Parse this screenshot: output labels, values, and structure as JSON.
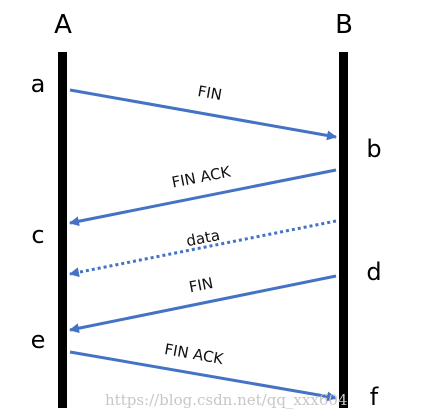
{
  "endpoints": {
    "left": "A",
    "right": "B"
  },
  "events": {
    "a": "a",
    "b": "b",
    "c": "c",
    "d": "d",
    "e": "e",
    "f": "f"
  },
  "messages": [
    {
      "label": "FIN",
      "direction": "A-to-B",
      "style": "solid"
    },
    {
      "label": "FIN ACK",
      "direction": "B-to-A",
      "style": "solid"
    },
    {
      "label": "data",
      "direction": "B-to-A",
      "style": "dotted"
    },
    {
      "label": "FIN",
      "direction": "B-to-A",
      "style": "solid"
    },
    {
      "label": "FIN ACK",
      "direction": "A-to-B",
      "style": "solid"
    }
  ],
  "watermark": "https://blog.csdn.net/qq_xxx604",
  "colors": {
    "arrow": "#4472C4",
    "timeline": "#000000",
    "watermark": "#c7c7c7"
  }
}
